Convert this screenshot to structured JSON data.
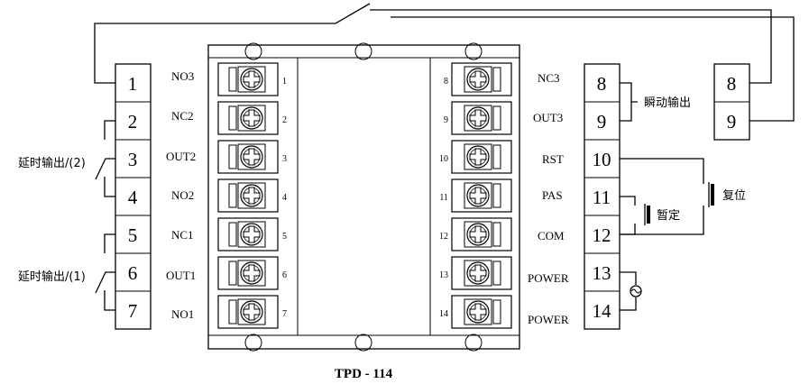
{
  "title": "TPD - 114",
  "left_block": [
    "1",
    "2",
    "3",
    "4",
    "5",
    "6",
    "7"
  ],
  "left_labels": [
    "NO3",
    "NC2",
    "OUT2",
    "NO2",
    "NC1",
    "OUT1",
    "NO1"
  ],
  "left_pins": [
    "1",
    "2",
    "3",
    "4",
    "5",
    "6",
    "7"
  ],
  "right_pins": [
    "8",
    "9",
    "10",
    "11",
    "12",
    "13",
    "14"
  ],
  "right_labels": [
    "NC3",
    "OUT3",
    "RST",
    "PAS",
    "COM",
    "POWER",
    "POWER"
  ],
  "right_block": [
    "8",
    "9",
    "10",
    "11",
    "12",
    "13",
    "14"
  ],
  "ext_block": [
    "8",
    "9"
  ],
  "annotations": {
    "delay_output_2": "延时输出/(2)",
    "delay_output_1": "延时输出/(1)",
    "instant_output": "瞬动输出",
    "pause": "暂定",
    "reset": "复位"
  }
}
